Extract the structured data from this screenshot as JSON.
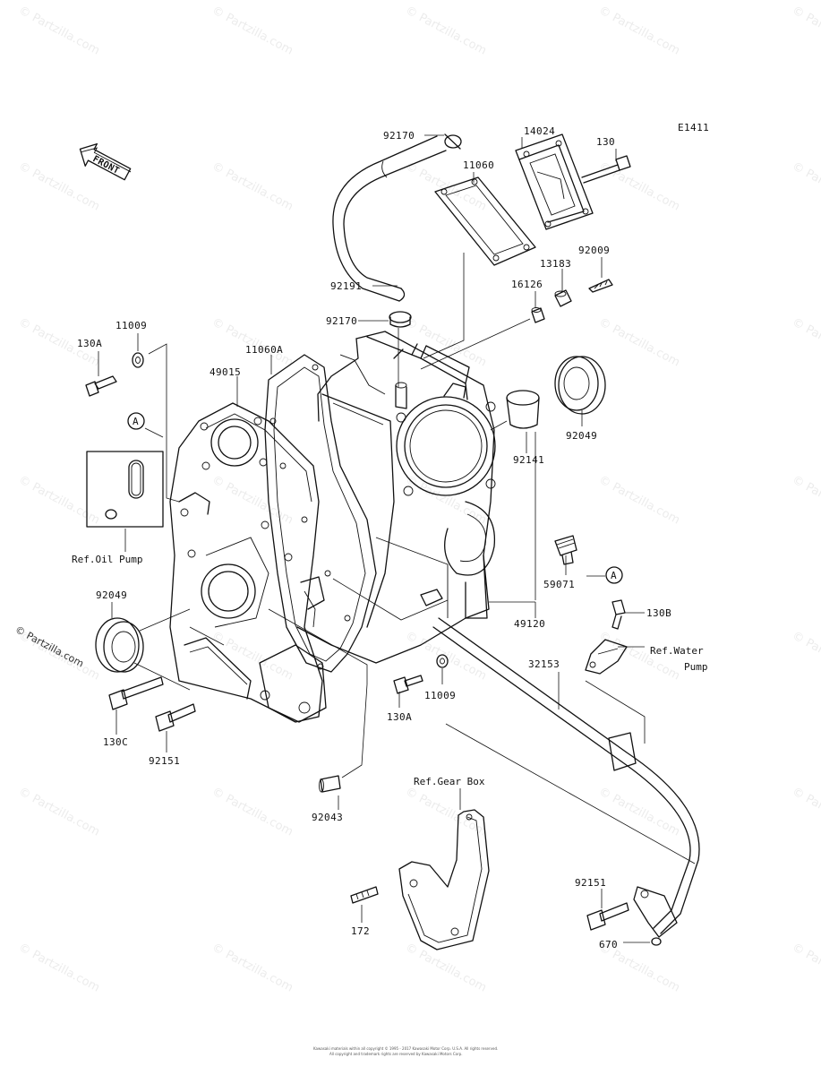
{
  "diagram_code": "E1411",
  "front_label": "FRONT",
  "watermark": "© Partzilla.com",
  "side_watermark": "© Partzilla.com",
  "callout_letter": "A",
  "copyright_line1": "Kawasaki materials within all copyright © 1995 - 2017 Kawasaki Motor Corp. U.S.A. All rights reserved.",
  "copyright_line2": "All copyright and trademark rights are reserved by Kawasaki Motors Corp.",
  "labels": {
    "p92170_top": "92170",
    "p14024": "14024",
    "p130_top": "130",
    "p11060": "11060",
    "p92009": "92009",
    "p13183": "13183",
    "p16126": "16126",
    "p92191": "92191",
    "p92170_mid": "92170",
    "p11009_left": "11009",
    "p130A_left": "130A",
    "p11060A": "11060A",
    "p49015": "49015",
    "p92049_right": "92049",
    "p92141": "92141",
    "p59071": "59071",
    "p49120": "49120",
    "p92049_left": "92049",
    "p130B": "130B",
    "p32153": "32153",
    "p11009_mid": "11009",
    "p130A_mid": "130A",
    "p130C": "130C",
    "p92151_left": "92151",
    "p92043": "92043",
    "p172": "172",
    "p92151_right": "92151",
    "p670": "670"
  },
  "refs": {
    "oil_pump": "Ref.Oil Pump",
    "water_pump_1": "Ref.Water",
    "water_pump_2": "Pump",
    "gear_box": "Ref.Gear Box"
  }
}
